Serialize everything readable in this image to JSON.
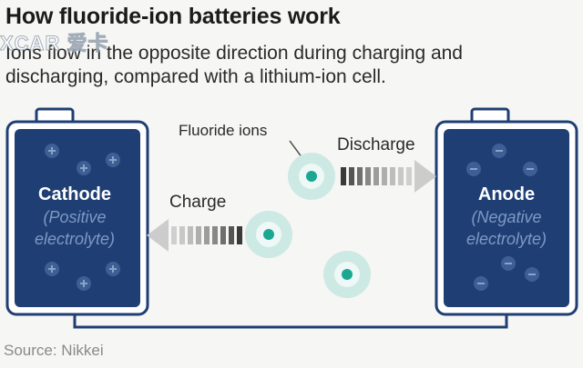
{
  "header": {
    "title": "How fluoride-ion batteries work",
    "subtitle": "Ions flow in the opposite direction during charging and discharging, compared with a lithium-ion cell.",
    "watermark": "XCAR 爱卡"
  },
  "cathode": {
    "label": "Cathode",
    "sub1": "(Positive",
    "sub2": "electrolyte)"
  },
  "anode": {
    "label": "Anode",
    "sub1": "(Negative",
    "sub2": "electrolyte)"
  },
  "labels": {
    "fluoride_ions": "Fluoride ions",
    "discharge": "Discharge",
    "charge": "Charge"
  },
  "source": "Source: Nikkei",
  "colors": {
    "cell_fill": "#1f3f74",
    "cell_outline": "#1f3f74",
    "cell_text": "#ffffff",
    "cell_subtext": "#7e98c4",
    "sign_fill": "#3e5f95",
    "sign_mark": "#8aa2c8",
    "ion_core": "#1aa893",
    "ion_halo": "#b7e2dc",
    "arrow_gray": "#cccccc",
    "arrow_dark": "#3a3a3a"
  }
}
